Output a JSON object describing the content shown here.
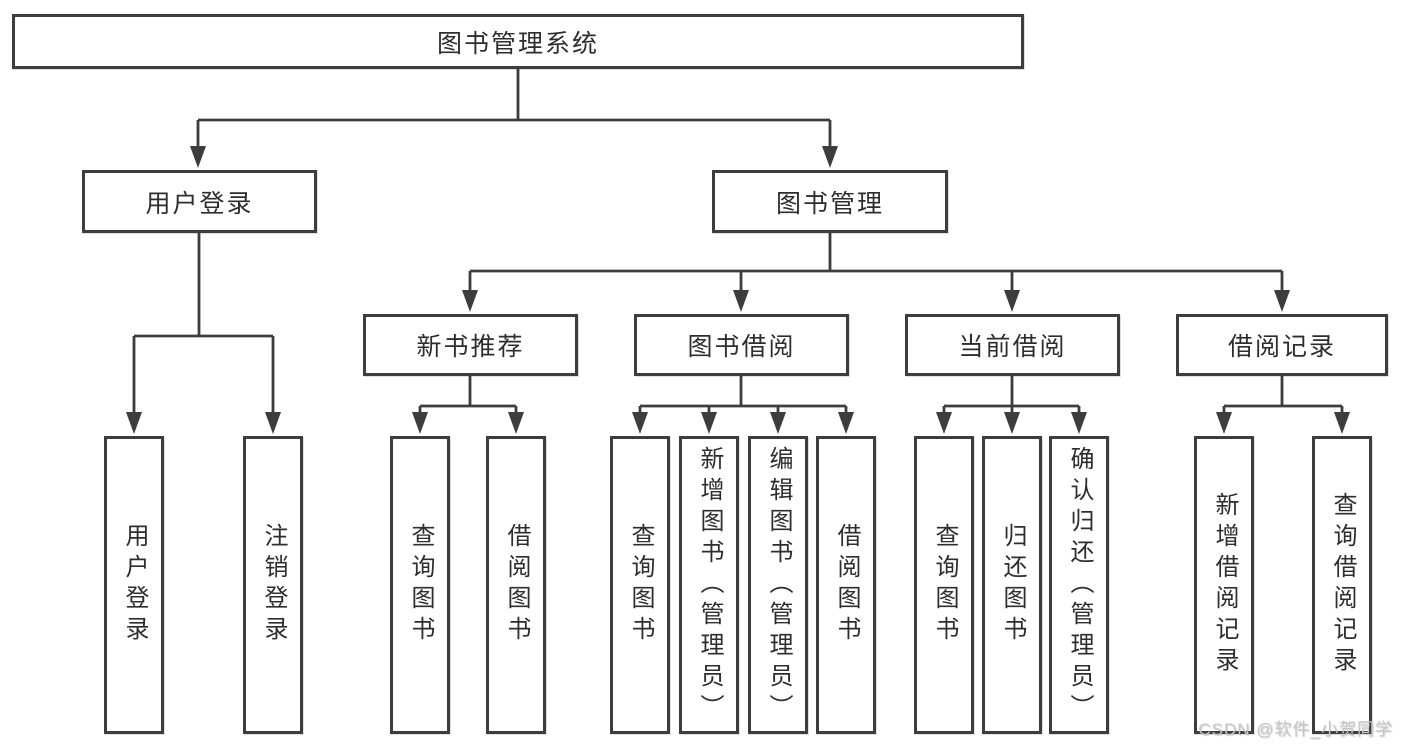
{
  "diagram": {
    "type": "hierarchy-tree",
    "root": {
      "label": "图书管理系统"
    },
    "level2": [
      {
        "label": "用户登录"
      },
      {
        "label": "图书管理"
      }
    ],
    "level3": [
      {
        "label": "新书推荐",
        "parent": "图书管理"
      },
      {
        "label": "图书借阅",
        "parent": "图书管理"
      },
      {
        "label": "当前借阅",
        "parent": "图书管理"
      },
      {
        "label": "借阅记录",
        "parent": "图书管理"
      }
    ],
    "leaves": [
      {
        "label": "用户登录",
        "parent": "用户登录"
      },
      {
        "label": "注销登录",
        "parent": "用户登录"
      },
      {
        "label": "查询图书",
        "parent": "新书推荐"
      },
      {
        "label": "借阅图书",
        "parent": "新书推荐"
      },
      {
        "label": "查询图书",
        "parent": "图书借阅"
      },
      {
        "label": "新增图书（管理员）",
        "parent": "图书借阅"
      },
      {
        "label": "编辑图书（管理员）",
        "parent": "图书借阅"
      },
      {
        "label": "借阅图书",
        "parent": "图书借阅"
      },
      {
        "label": "查询图书",
        "parent": "当前借阅"
      },
      {
        "label": "归还图书",
        "parent": "当前借阅"
      },
      {
        "label": "确认归还（管理员）",
        "parent": "当前借阅"
      },
      {
        "label": "新增借阅记录",
        "parent": "借阅记录"
      },
      {
        "label": "查询借阅记录",
        "parent": "借阅记录"
      }
    ],
    "colors": {
      "line": "#3d3d3d",
      "border": "#3d3d3d",
      "text": "#2e2e2e",
      "background": "#ffffff",
      "watermark": "#c6c6c6"
    }
  },
  "watermark": {
    "text": "CSDN @软件_小贺同学"
  }
}
